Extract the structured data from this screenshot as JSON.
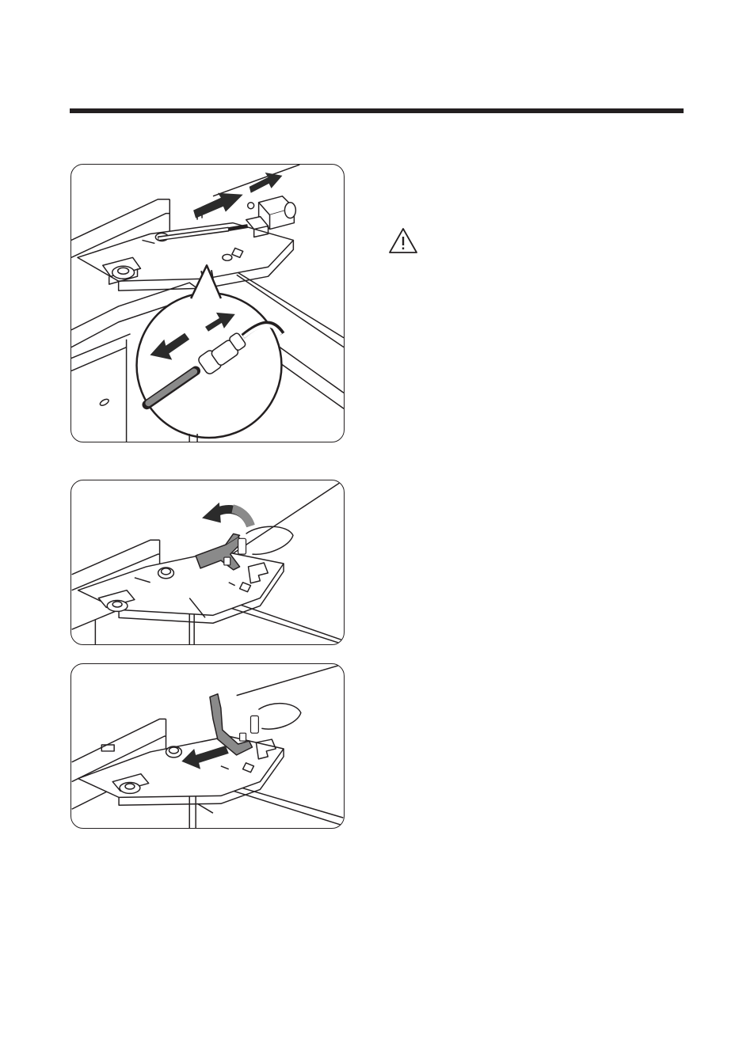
{
  "page": {
    "header_rule_color": "#231f20",
    "line_color": "#231f20",
    "part_fill": "#ffffff",
    "highlight_fill": "#8a8a8a",
    "arrow_fill": "#2b2b2b"
  },
  "figures": [
    {
      "id": "figure-1",
      "subject": "water-line-disconnect",
      "arrows": "bidirectional"
    },
    {
      "id": "figure-2",
      "subject": "hinge-lever-rotate",
      "arrows": "curved"
    },
    {
      "id": "figure-3",
      "subject": "hinge-lever-pull-out",
      "arrows": "single"
    }
  ],
  "warning": {
    "icon": "warning-triangle-icon"
  }
}
